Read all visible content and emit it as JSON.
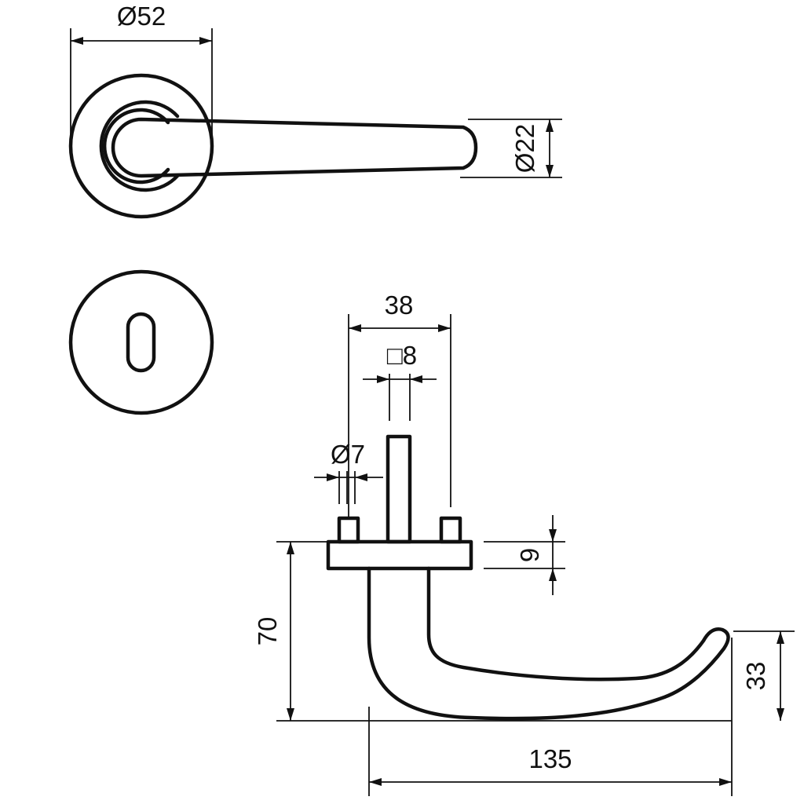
{
  "drawing": {
    "top_view": {
      "rose_diameter": "Ø52",
      "lever_diameter": "Ø22"
    },
    "escutcheon": {},
    "side_view": {
      "spindle_offset": "38",
      "spindle_square": "□8",
      "screw_diameter": "Ø7",
      "rose_thickness": "9",
      "lever_height": "70",
      "lever_drop": "33",
      "lever_length": "135"
    }
  }
}
